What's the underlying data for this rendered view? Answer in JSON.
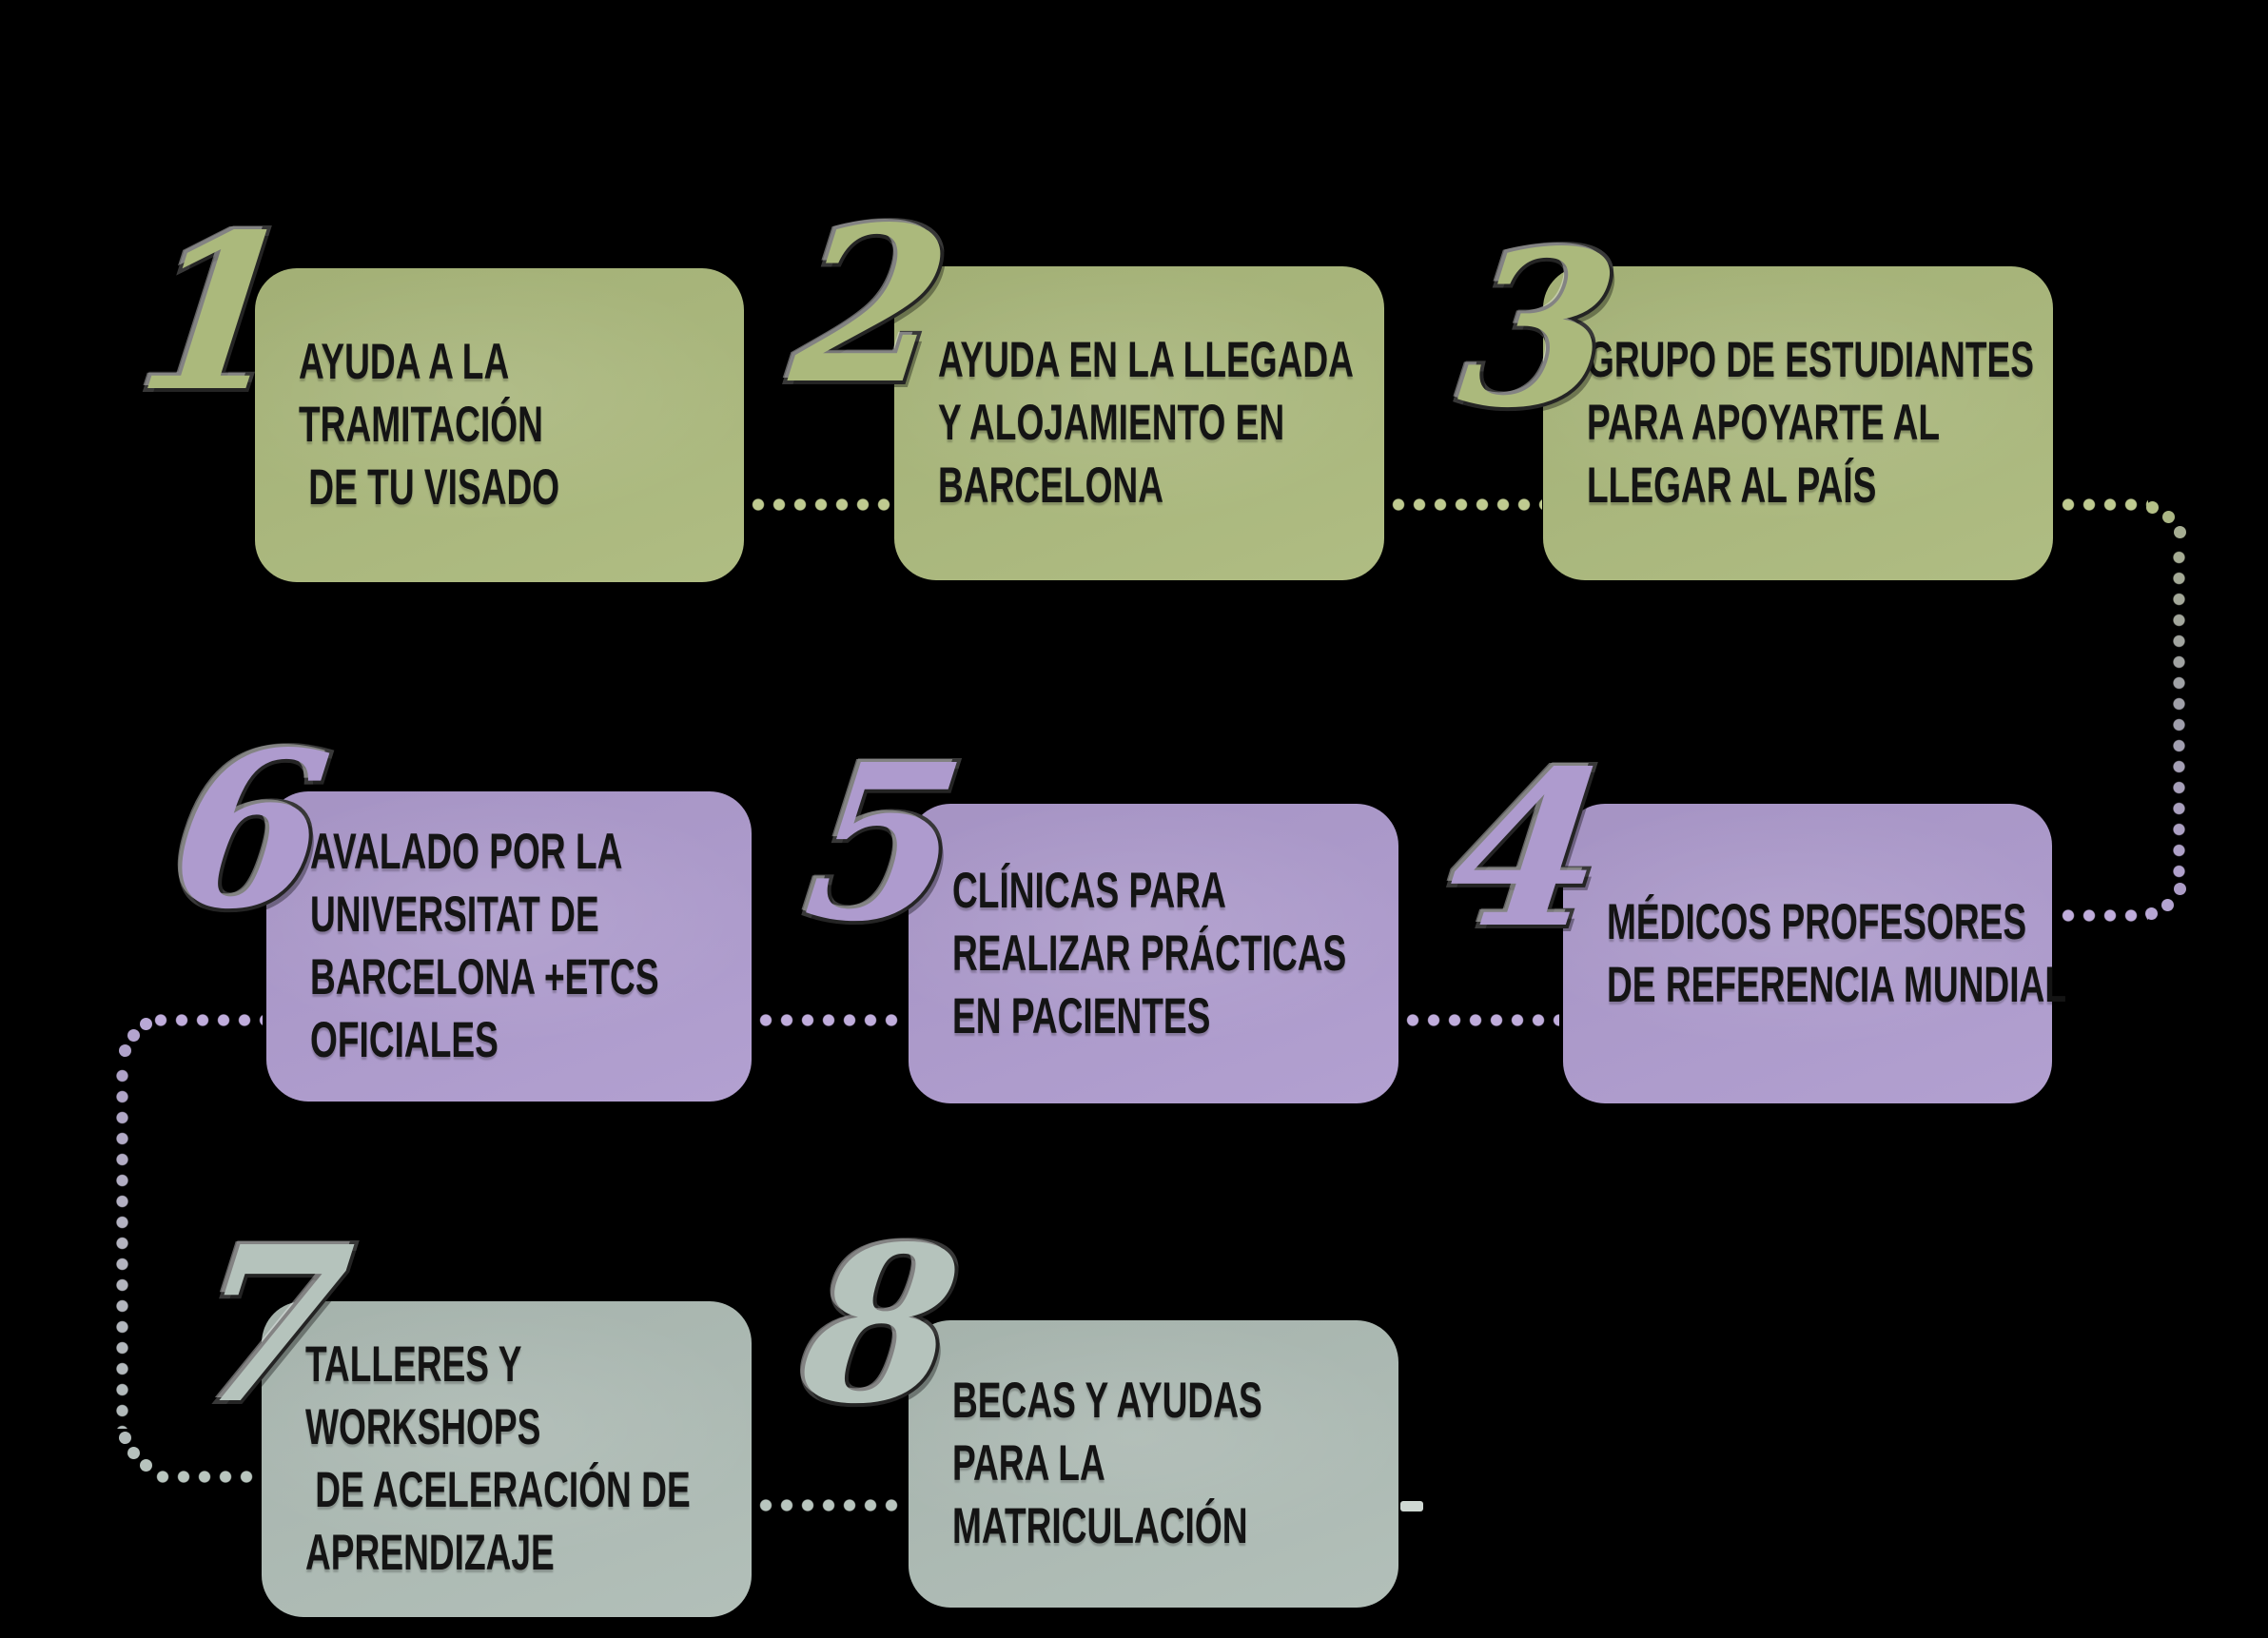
{
  "background_color": "#000000",
  "palette": {
    "box_green": "#abb97c",
    "box_purple": "#ae9bce",
    "box_gray": "#aebcb5",
    "dots_green": "#bfcb90",
    "dots_purple": "#c0addc",
    "dots_gray": "#b9c6bf",
    "number_outline": "#383838",
    "text_color": "#141414"
  },
  "steps": [
    {
      "number": "1",
      "theme": "green",
      "lines": [
        "AYUDA A LA",
        "TRAMITACIÓN",
        " DE TU VISADO"
      ]
    },
    {
      "number": "2",
      "theme": "green",
      "lines": [
        "AYUDA EN LA LLEGADA",
        "Y ALOJAMIENTO EN",
        "BARCELONA"
      ]
    },
    {
      "number": "3",
      "theme": "green",
      "lines": [
        "GRUPO DE ESTUDIANTES",
        "PARA APOYARTE AL",
        "LLEGAR AL PAÍS"
      ]
    },
    {
      "number": "4",
      "theme": "purple",
      "lines": [
        "MÉDICOS PROFESORES",
        "DE REFERENCIA MUNDIAL"
      ]
    },
    {
      "number": "5",
      "theme": "purple",
      "lines": [
        "CLÍNICAS PARA",
        "REALIZAR PRÁCTICAS",
        "EN PACIENTES"
      ]
    },
    {
      "number": "6",
      "theme": "purple",
      "lines": [
        "AVALADO POR LA",
        "UNIVERSITAT DE",
        "BARCELONA +ETCS",
        "OFICIALES"
      ]
    },
    {
      "number": "7",
      "theme": "gray",
      "lines": [
        "TALLERES Y",
        "WORKSHOPS",
        " DE ACELERACIÓN DE",
        "APRENDIZAJE"
      ]
    },
    {
      "number": "8",
      "theme": "gray",
      "lines": [
        "BECAS Y AYUDAS",
        "PARA LA",
        "MATRICULACIÓN"
      ]
    }
  ],
  "flow_order": [
    "1",
    "2",
    "3",
    "4",
    "5",
    "6",
    "7",
    "8"
  ]
}
